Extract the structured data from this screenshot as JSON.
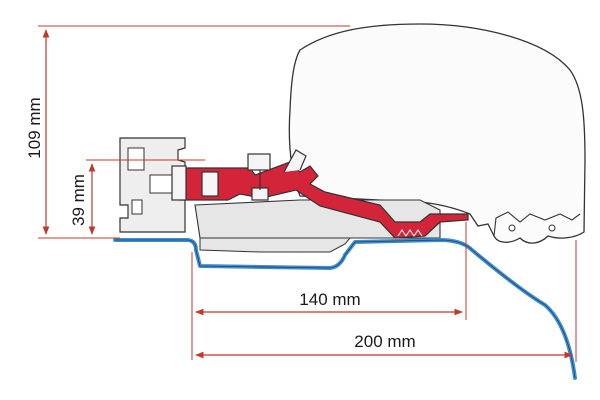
{
  "dimensions": {
    "total_height": "109 mm",
    "bracket_height": "39 mm",
    "inner_width": "140 mm",
    "outer_width": "200 mm"
  },
  "colors": {
    "dimension_line": "#c0392b",
    "bracket_red": "#d4243a",
    "roof_blue": "#3f8fd0",
    "outline": "#333333",
    "plate_gray": "#e6e6e6",
    "profile_gray": "#eeeeee"
  }
}
